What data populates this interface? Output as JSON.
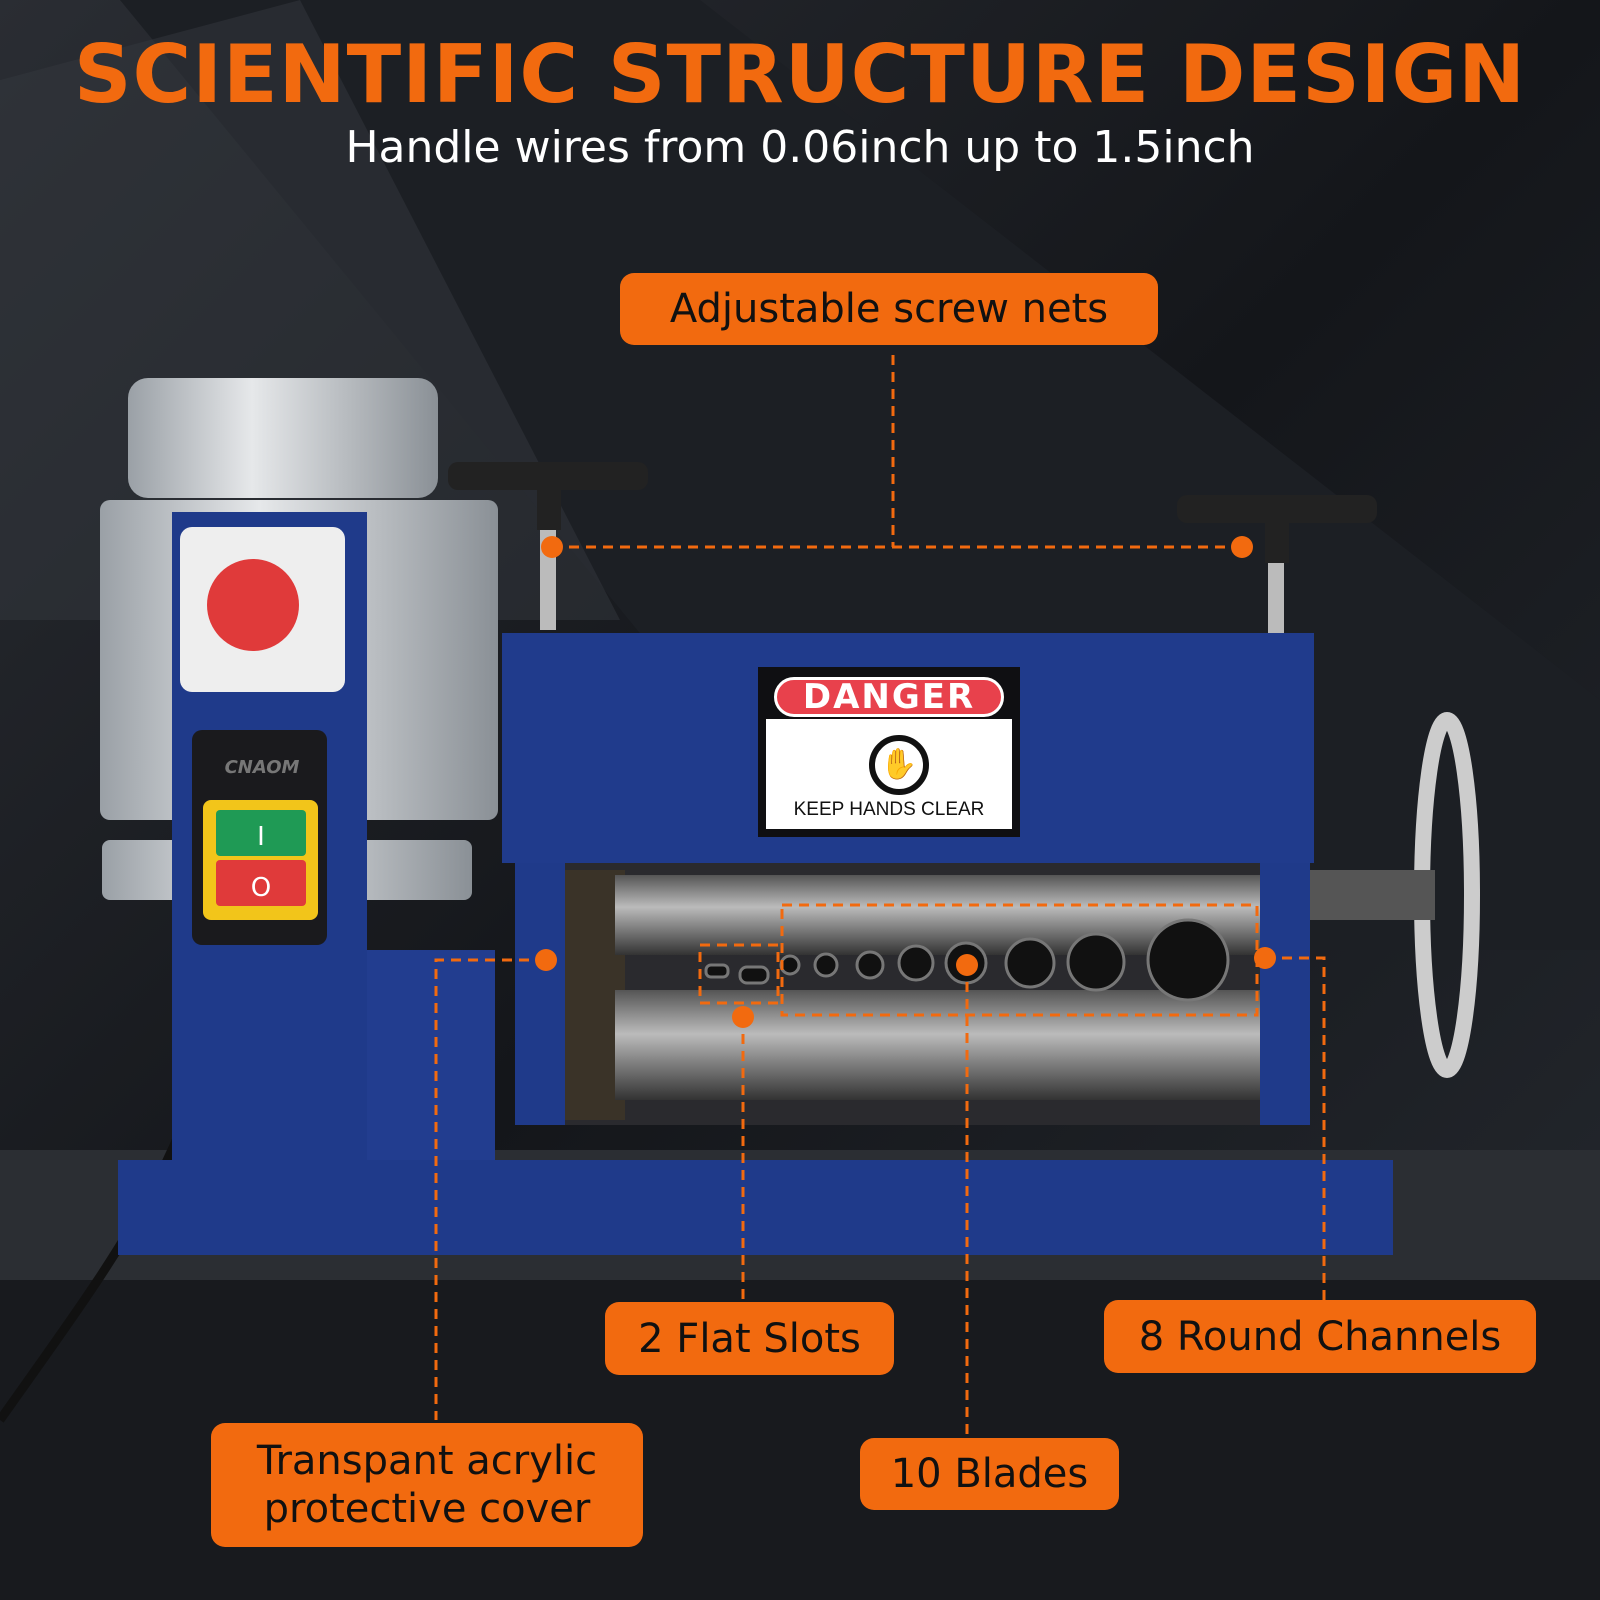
{
  "header": {
    "title": "SCIENTIFIC STRUCTURE DESIGN",
    "subtitle": "Handle wires from 0.06inch up to 1.5inch"
  },
  "callouts": {
    "screw_nets": "Adjustable screw nets",
    "flat_slots": "2 Flat Slots",
    "round_channels": "8 Round Channels",
    "cover_line1": "Transpant acrylic",
    "cover_line2": "protective cover",
    "blades": "10 Blades"
  },
  "machine": {
    "sign_header": "DANGER",
    "sign_text": "KEEP HANDS CLEAR",
    "brand": "CNAOM",
    "switch_on": "I",
    "switch_off": "O"
  },
  "colors": {
    "accent": "#f26a0f",
    "machine_blue": "#1f3a8a",
    "background": "#15171c"
  }
}
